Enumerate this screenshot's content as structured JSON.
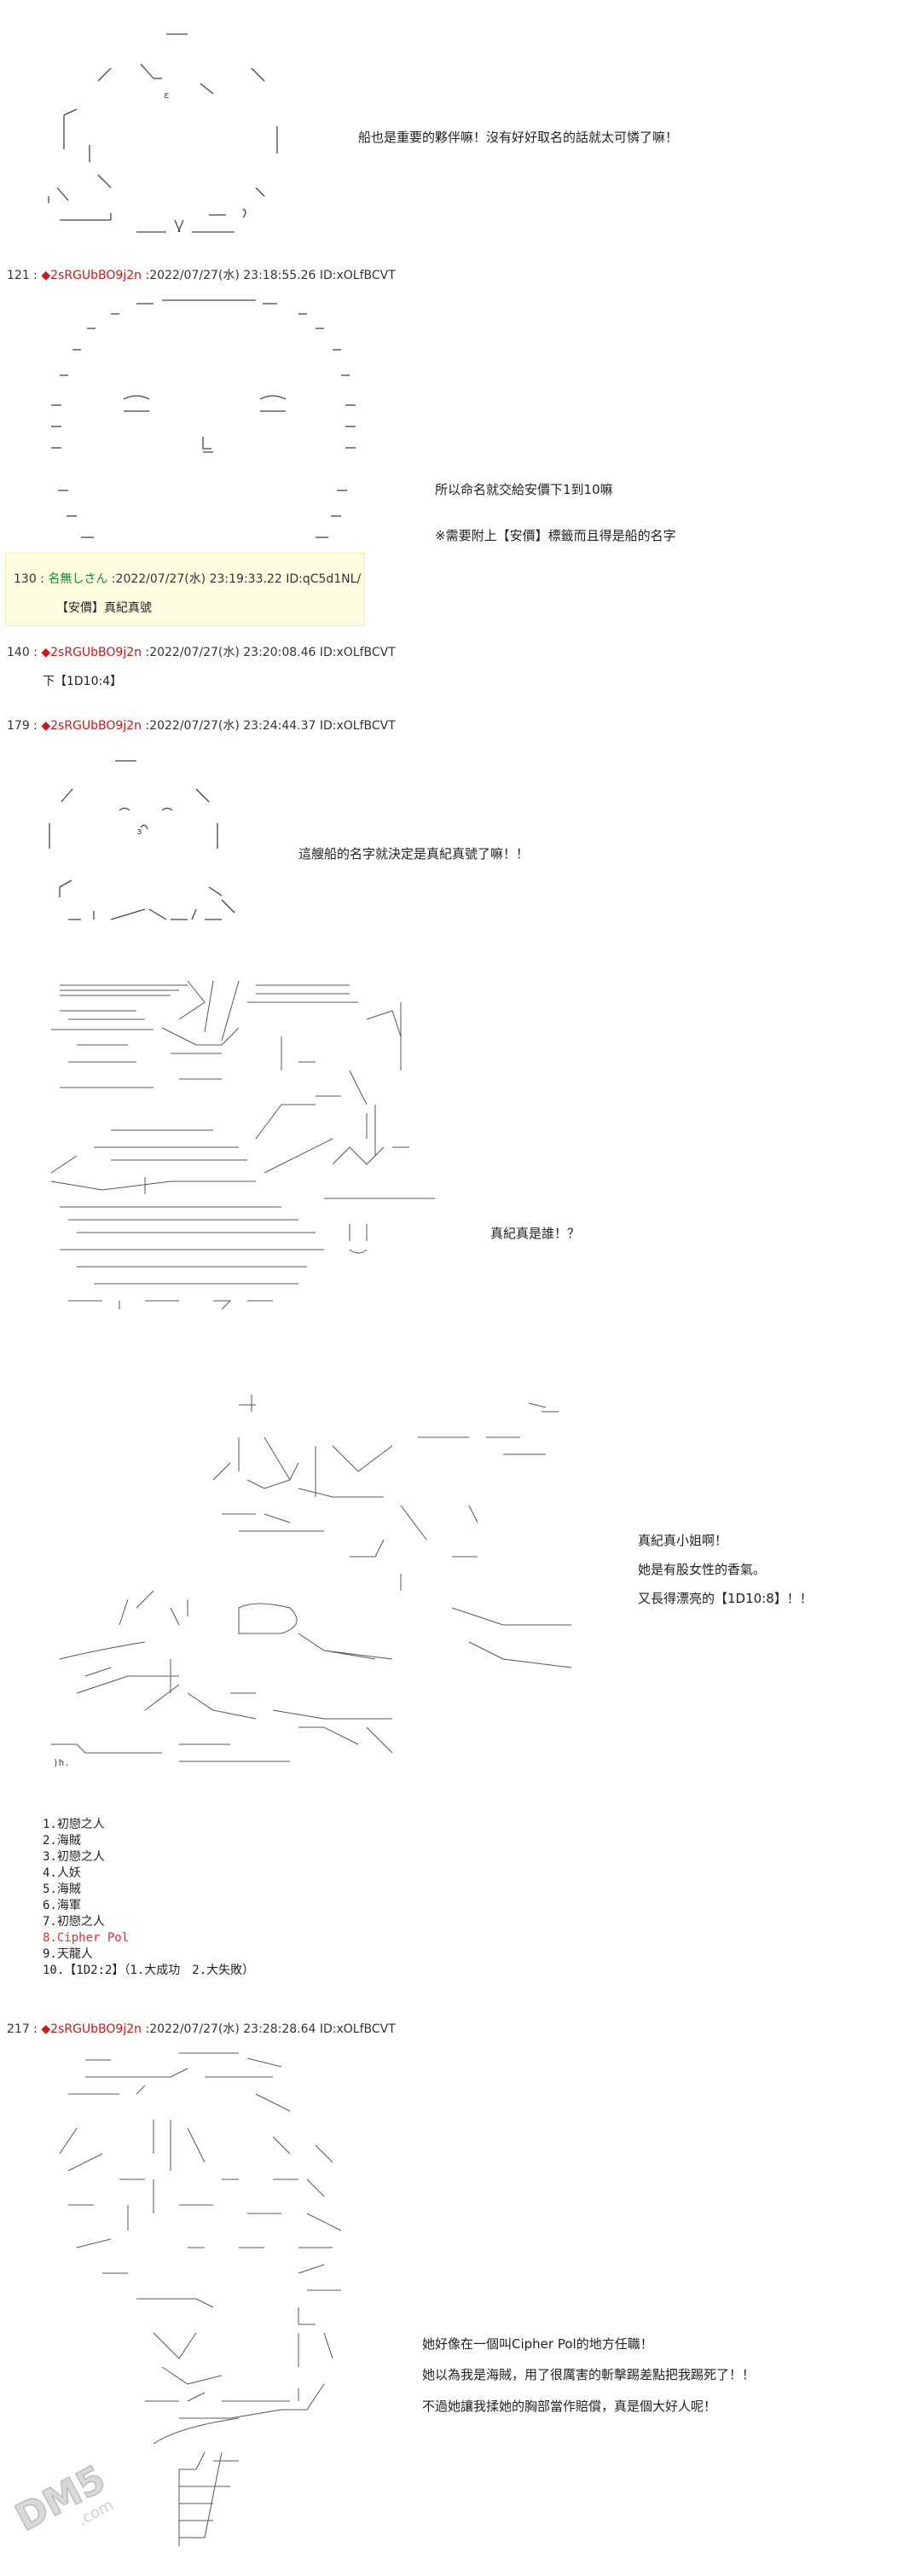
{
  "posts": [
    {
      "num": "121",
      "trip": "2sRGUbBO9j2n",
      "date": "2022/07/27(水) 23:18:55.26 ID:xOLfBCVT"
    },
    {
      "num": "130",
      "name": "名無しさん",
      "date": "2022/07/27(水) 23:19:33.22 ID:qC5d1NL/",
      "body": "【安價】真紀真號"
    },
    {
      "num": "140",
      "trip": "2sRGUbBO9j2n",
      "date": "2022/07/27(水) 23:20:08.46 ID:xOLfBCVT",
      "body": "下【1D10:4】"
    },
    {
      "num": "179",
      "trip": "2sRGUbBO9j2n",
      "date": "2022/07/27(水) 23:24:44.37 ID:xOLfBCVT"
    },
    {
      "num": "217",
      "trip": "2sRGUbBO9j2n",
      "date": "2022/07/27(水) 23:28:28.64 ID:xOLfBCVT"
    }
  ],
  "dialog": {
    "d1": "船也是重要的夥伴嘛！沒有好好取名的話就太可憐了嘛！",
    "d2": "所以命名就交給安價下1到10嘛",
    "d3": "※需要附上【安價】標籤而且得是船的名字",
    "d4": "這艘船的名字就決定是真紀真號了嘛！！",
    "d5": "真紀真是誰！？",
    "d6": "真紀真小姐啊！",
    "d7": "她是有股女性的香氣。",
    "d8": "又長得漂亮的【1D10:8】！！",
    "d9": "她好像在一個叫Cipher Pol的地方任職！",
    "d10": "她以為我是海賊，用了很厲害的斬擊踢差點把我踢死了！！",
    "d11": "不過她讓我揉她的胸部當作賠償，真是個大好人呢！"
  },
  "options": {
    "o1": "1.初戀之人",
    "o2": "2.海賊",
    "o3": "3.初戀之人",
    "o4": "4.人妖",
    "o5": "5.海賊",
    "o6": "6.海軍",
    "o7": "7.初戀之人",
    "o8": "8.Cipher Pol",
    "o9": "9.天龍人",
    "o10": "10.【1D2:2】（1.大成功　2.大失敗）"
  },
  "logo": {
    "text": "DM5",
    "sub": ".com"
  }
}
